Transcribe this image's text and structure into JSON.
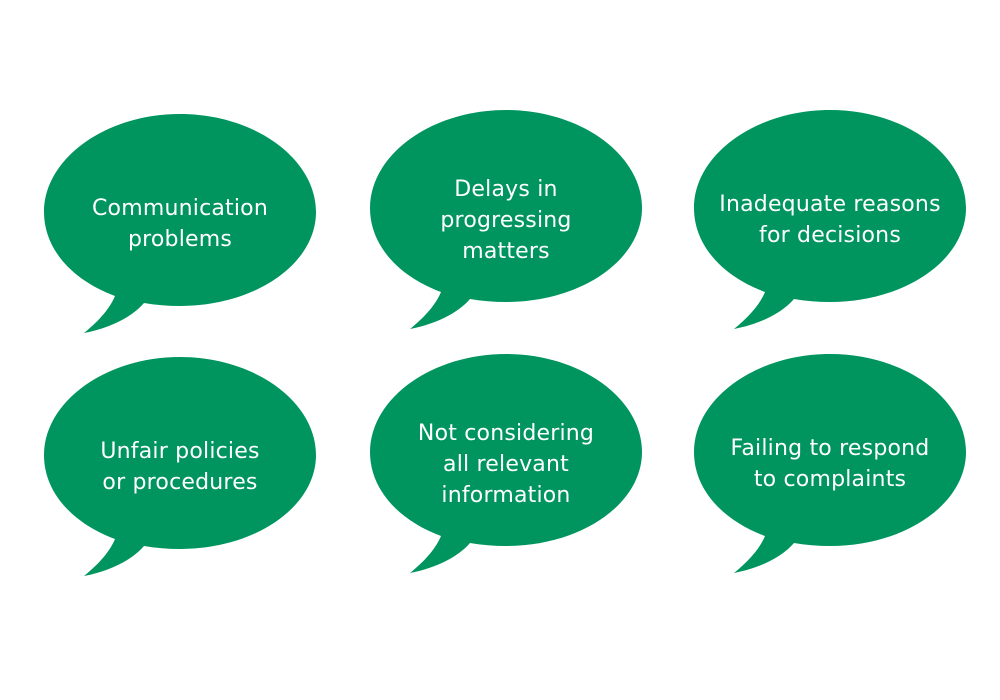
{
  "colors": {
    "bubble_fill": "#00955F",
    "text": "#FFFFFF",
    "background": "#FFFFFF"
  },
  "bubbles": [
    {
      "lines": [
        "Communication",
        "problems"
      ]
    },
    {
      "lines": [
        "Delays in",
        "progressing",
        "matters"
      ]
    },
    {
      "lines": [
        "Inadequate reasons",
        "for decisions"
      ]
    },
    {
      "lines": [
        "Unfair policies",
        "or procedures"
      ]
    },
    {
      "lines": [
        "Not considering",
        "all relevant",
        "information"
      ]
    },
    {
      "lines": [
        "Failing to respond",
        "to complaints"
      ]
    }
  ]
}
